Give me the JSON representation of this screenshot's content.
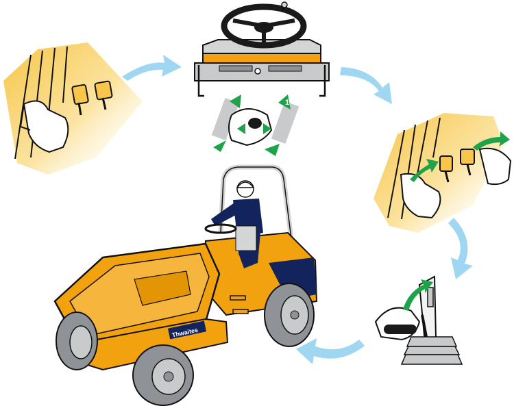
{
  "diagram": {
    "brand_label": "Thwaites",
    "step_number": "1",
    "panels": [
      "foot-pedals",
      "steering-column",
      "pedals-release",
      "hand-lever",
      "dumper-operator"
    ]
  },
  "colors": {
    "machine_yellow": "#f2a10f",
    "pedal_panel_yellow": "#f7c64a",
    "panel_bg": "#fdf2c8",
    "arrow_blue": "#9fd6f2",
    "arrow_green": "#1fa34a",
    "operator_navy": "#13245c",
    "tyre_grey": "#8f9296",
    "outline": "#111111"
  },
  "icons": [
    "curved-arrow-icon",
    "green-arrow-icon",
    "steering-wheel-icon",
    "hand-icon",
    "foot-icon"
  ]
}
